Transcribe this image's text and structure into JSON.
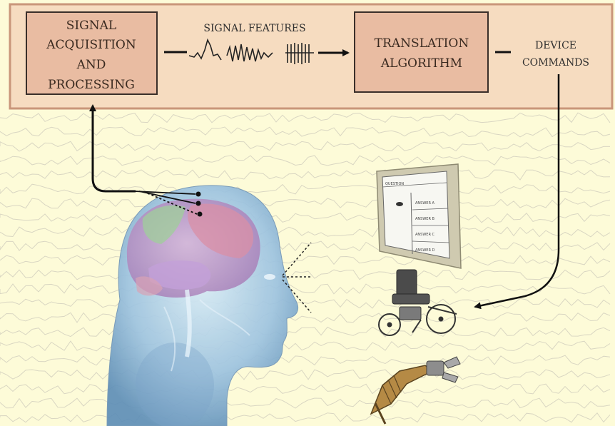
{
  "diagram": {
    "acquisition_box": {
      "lines": [
        "SIGNAL",
        "ACQUISITION",
        "AND",
        "PROCESSING"
      ]
    },
    "signal_features_label": "SIGNAL FEATURES",
    "translation_box": {
      "lines": [
        "TRANSLATION",
        "ALGORITHM"
      ]
    },
    "device_commands": {
      "lines": [
        "DEVICE",
        "COMMANDS"
      ]
    },
    "screen": {
      "title": "QUESTION",
      "options": [
        "ANSWER A",
        "ANSWER B",
        "ANSWER C",
        "ANSWER D"
      ]
    },
    "devices": [
      "computer-screen",
      "wheelchair",
      "robotic-arm"
    ]
  },
  "colors": {
    "background": "#fdfbd8",
    "band": "#f6dcc0",
    "band_border": "#c9967a",
    "box_fill": "#e9bca2",
    "box_border": "#3a2f2a",
    "arrow": "#111111",
    "brain_blue": "#8fb8dd"
  }
}
